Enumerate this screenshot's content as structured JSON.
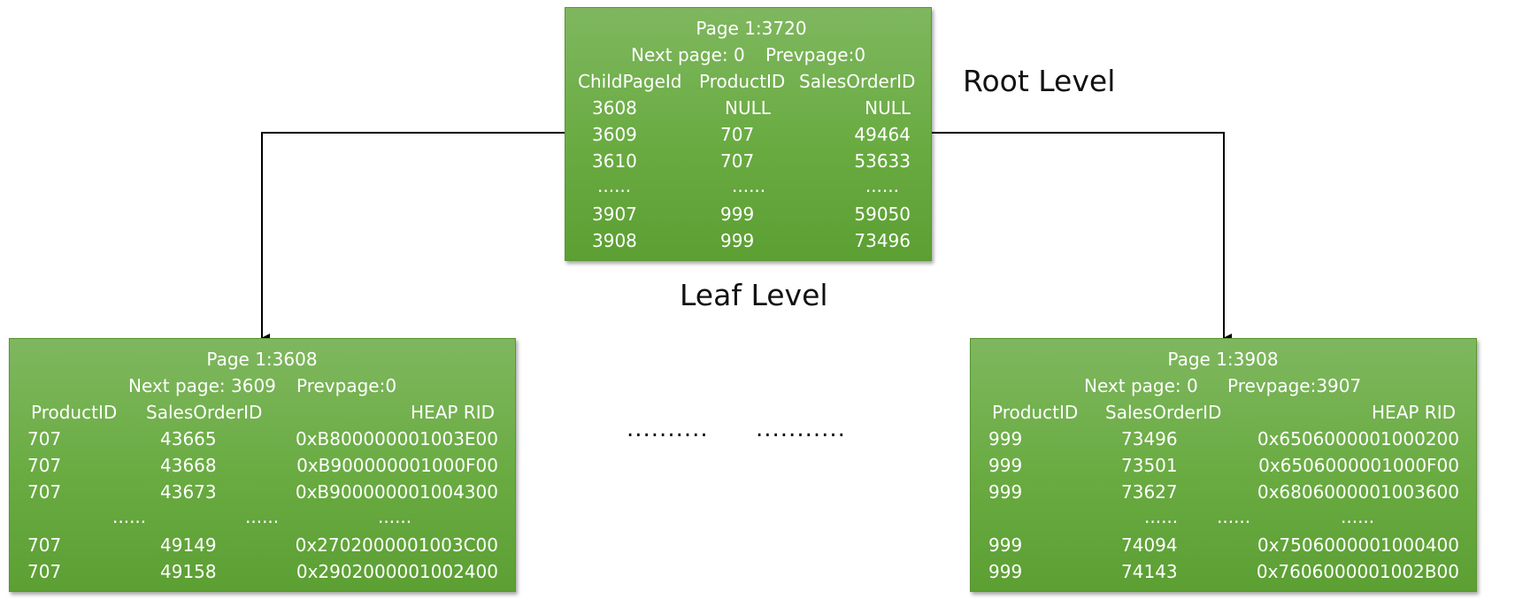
{
  "root": {
    "page": "Page 1:3720",
    "next_page": "Next page: 0",
    "prev_page": "Prevpage:0",
    "headers": [
      "ChildPageId",
      "ProductID",
      "SalesOrderID"
    ],
    "rows": [
      [
        "3608",
        "NULL",
        "NULL"
      ],
      [
        "3609",
        "707",
        "49464"
      ],
      [
        "3610",
        "707",
        "53633"
      ],
      [
        "......",
        "......",
        "......"
      ],
      [
        "3907",
        "999",
        "59050"
      ],
      [
        "3908",
        "999",
        "73496"
      ]
    ]
  },
  "labels": {
    "root_level": "Root Level",
    "leaf_level": "Leaf Level"
  },
  "leaf_left": {
    "page": "Page 1:3608",
    "next_page": "Next page: 3609",
    "prev_page": "Prevpage:0",
    "headers": [
      "ProductID",
      "SalesOrderID",
      "HEAP RID"
    ],
    "rows": [
      [
        "707",
        "43665",
        "0xB800000001003E00"
      ],
      [
        "707",
        "43668",
        "0xB900000001000F00"
      ],
      [
        "707",
        "43673",
        "0xB900000001004300"
      ],
      [
        "......",
        "......",
        "......"
      ],
      [
        "707",
        "49149",
        "0x2702000001003C00"
      ],
      [
        "707",
        "49158",
        "0x2902000001002400"
      ]
    ]
  },
  "leaf_right": {
    "page": "Page 1:3908",
    "next_page": "Next page: 0",
    "prev_page": "Prevpage:3907",
    "headers": [
      "ProductID",
      "SalesOrderID",
      "HEAP RID"
    ],
    "rows": [
      [
        "999",
        "73496",
        "0x6506000001000200"
      ],
      [
        "999",
        "73501",
        "0x6506000001000F00"
      ],
      [
        "999",
        "73627",
        "0x6806000001003600"
      ],
      [
        "......",
        "......",
        "......"
      ],
      [
        "999",
        "74094",
        "0x7506000001000400"
      ],
      [
        "999",
        "74143",
        "0x7606000001002B00"
      ]
    ]
  },
  "middle_dots": [
    "..........",
    "..........."
  ]
}
